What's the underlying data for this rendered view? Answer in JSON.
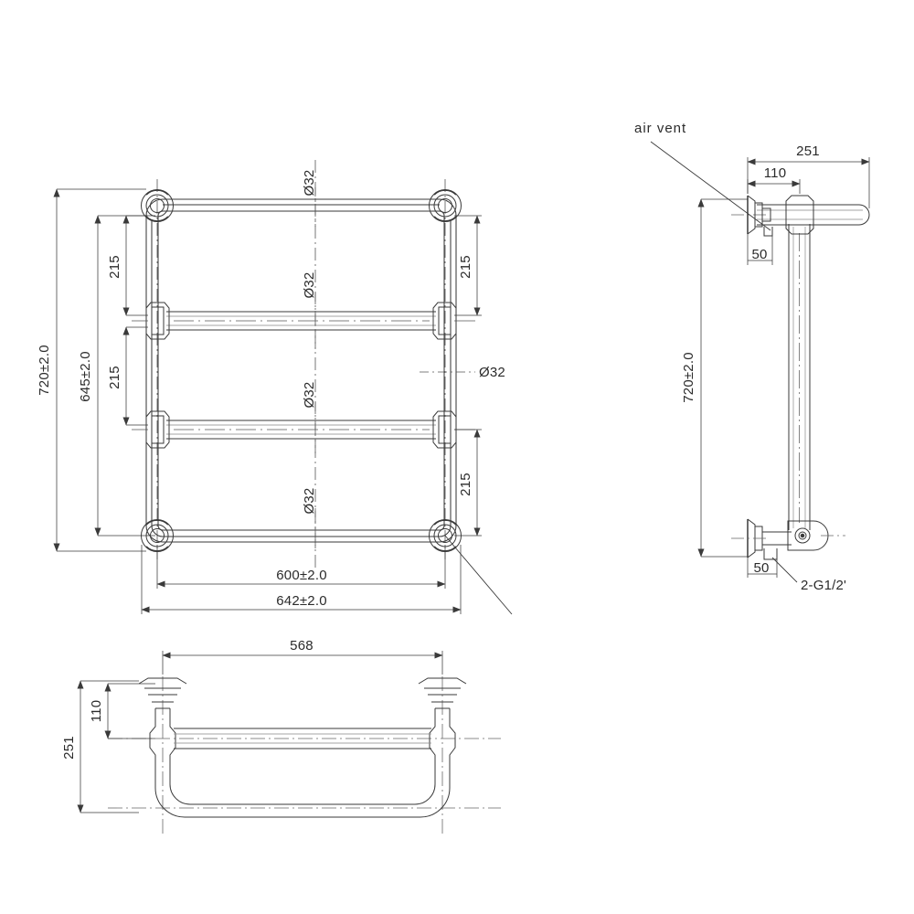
{
  "drawing": {
    "title": "Heated towel rail technical drawing",
    "background_color": "#ffffff",
    "line_color": "#3a3a3a",
    "dim_color": "#2b2b2b",
    "views": [
      {
        "name": "front-elevation",
        "label": ""
      },
      {
        "name": "side-elevation",
        "label": ""
      },
      {
        "name": "top-plan-view",
        "label": ""
      }
    ]
  },
  "front_view": {
    "dimensions": {
      "overall_height": "720±2.0",
      "inner_height": "645±2.0",
      "rail_spacing_top_left": "215",
      "rail_spacing_bottom_left": "215",
      "rail_spacing_top_right": "215",
      "rail_spacing_bottom_right": "215",
      "inner_width": "600±2.0",
      "overall_width": "642±2.0"
    },
    "diameter_labels": {
      "top_rail": "Ø32",
      "second_rail": "Ø32",
      "third_rail": "Ø32",
      "bottom_rail": "Ø32",
      "vertical_post": "Ø32"
    }
  },
  "side_view": {
    "dimensions": {
      "projection_overall": "251",
      "bracket_offset": "110",
      "wall_bracket_top": "50",
      "wall_bracket_bottom": "50",
      "height": "720±2.0"
    },
    "annotations": {
      "air_vent": "air  vent",
      "connection": "2-G1/2'"
    }
  },
  "plan_view": {
    "dimensions": {
      "width": "568",
      "depth": "251",
      "bracket_depth": "110"
    }
  }
}
